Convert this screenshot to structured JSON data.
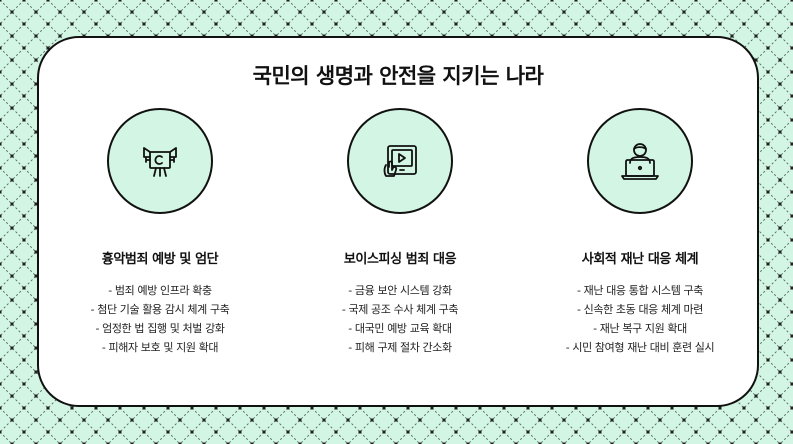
{
  "title": "국민의 생명과 안전을 지키는 나라",
  "colors": {
    "background": "#d3f5e4",
    "accent": "#d3f5e4",
    "ink": "#111111"
  },
  "sections": [
    {
      "icon": "film-camera-icon",
      "heading": "흉악범죄 예방 및 엄단",
      "items": [
        "- 범죄 예방 인프라 확충",
        "- 첨단 기술 활용 감시 체계 구축",
        "- 엄정한 법 집행 및 처벌 강화",
        "- 피해자 보호 및 지원 확대"
      ]
    },
    {
      "icon": "tablet-play-icon",
      "heading": "보이스피싱 범죄 대응",
      "items": [
        "- 금융 보안 시스템 강화",
        "- 국제 공조 수사 체계 구축",
        "- 대국민 예방 교육 확대",
        "- 피해 구제 절차 간소화"
      ]
    },
    {
      "icon": "person-laptop-icon",
      "heading": "사회적 재난 대응 체계",
      "items": [
        "- 재난 대응 통합 시스템 구축",
        "- 신속한 초동 대응 체계 마련",
        "- 재난 복구 지원 확대",
        "- 시민 참여형 재난 대비 훈련 실시"
      ]
    }
  ]
}
